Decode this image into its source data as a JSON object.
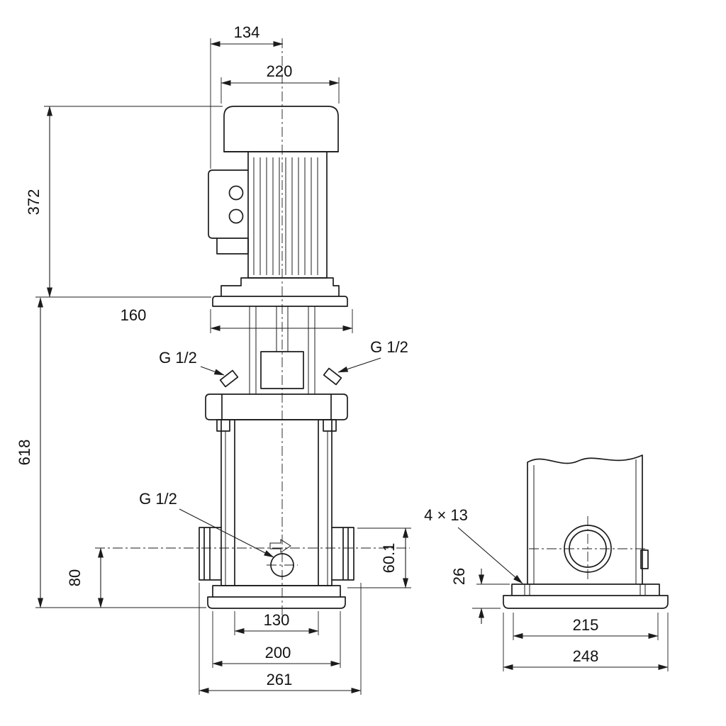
{
  "dims": {
    "top_width": "134",
    "motor_width": "220",
    "motor_height": "372",
    "stool_width": "160",
    "pump_height": "618",
    "plug_left": "G 1/2",
    "plug_right": "G 1/2",
    "drain_plug": "G 1/2",
    "port_height": "80",
    "port_offset": "60.1",
    "base_inner_width": "130",
    "base_width": "200",
    "overall_width": "261",
    "base_holes": "4 × 13",
    "base_height": "26",
    "side_base_top_width": "215",
    "side_base_width": "248"
  }
}
